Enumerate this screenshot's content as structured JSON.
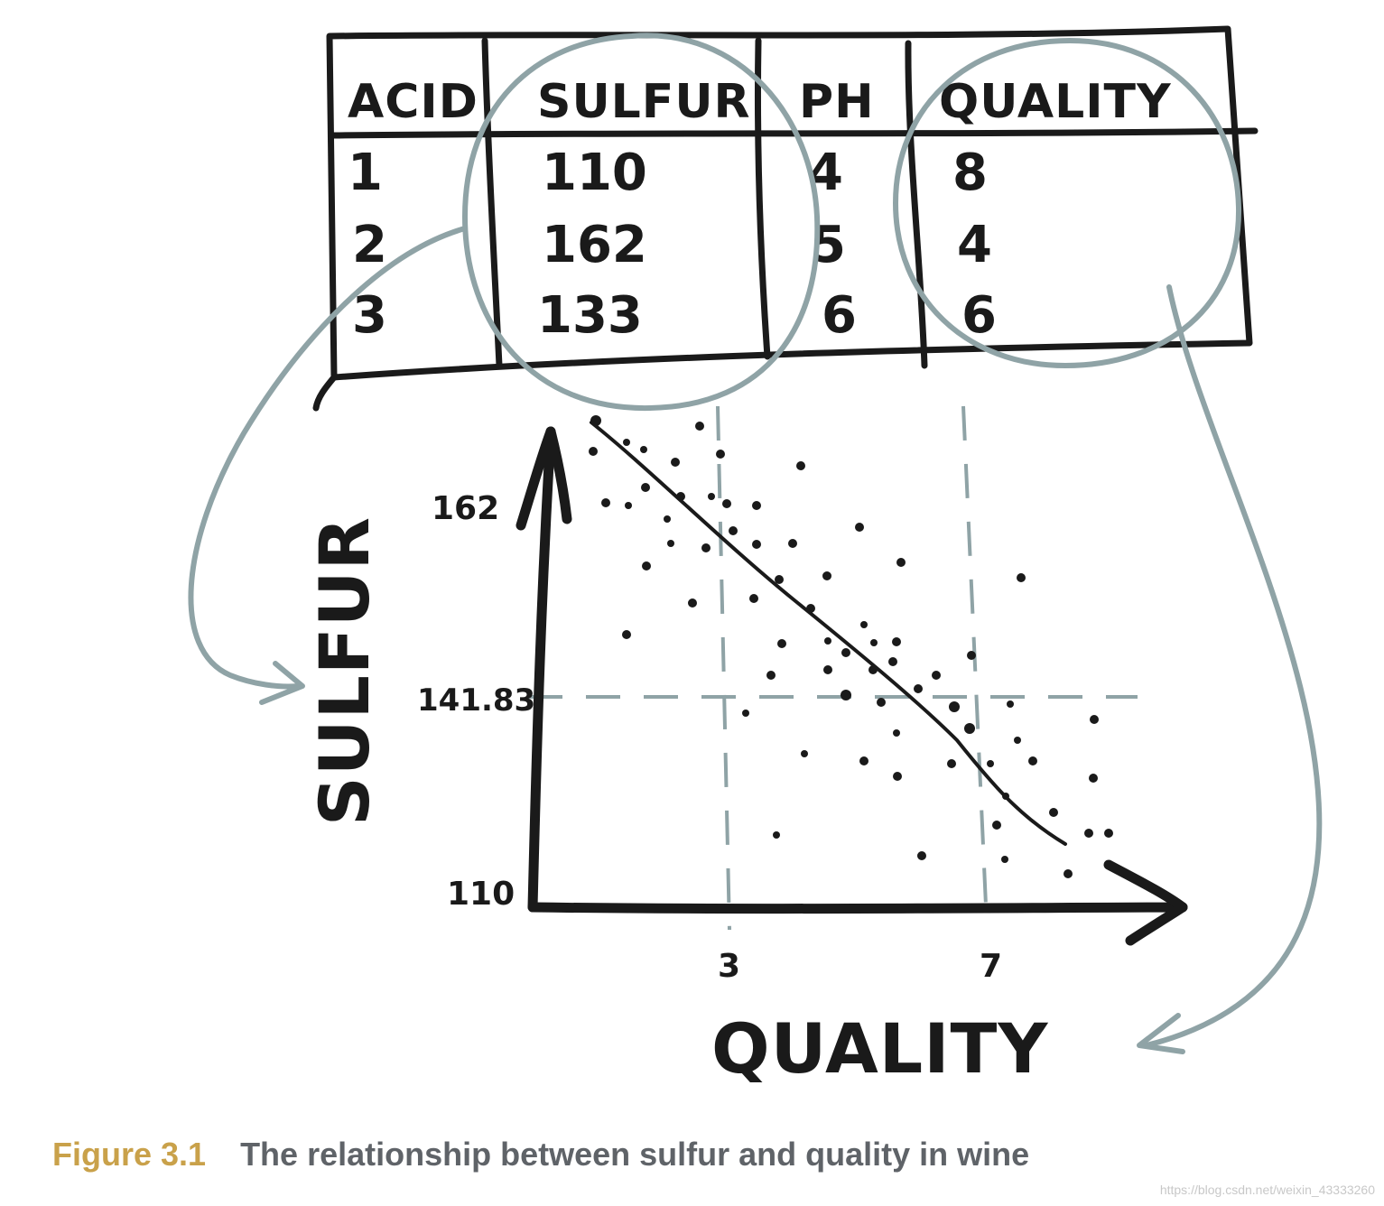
{
  "table": {
    "headers": [
      "ACID",
      "SULFUR",
      "PH",
      "QUALITY"
    ],
    "rows": [
      [
        "1",
        "110",
        "4",
        "8"
      ],
      [
        "2",
        "162",
        "5",
        "4"
      ],
      [
        "3",
        "133",
        "6",
        "6"
      ]
    ]
  },
  "chart_data": {
    "type": "scatter",
    "xlabel": "QUALITY",
    "ylabel": "SULFUR",
    "xticks": [
      "3",
      "7"
    ],
    "yticks": [
      "162",
      "141.83",
      "110"
    ],
    "trend": "decreasing"
  },
  "caption": {
    "label": "Figure 3.1",
    "text": "The relationship between sulfur and quality in wine"
  },
  "watermark": "https://blog.csdn.net/weixin_43333260",
  "colors": {
    "ink": "#1a1a1a",
    "annotation": "#8fa3a6",
    "caption_label": "#c9a14a",
    "caption_text": "#5f6368"
  }
}
